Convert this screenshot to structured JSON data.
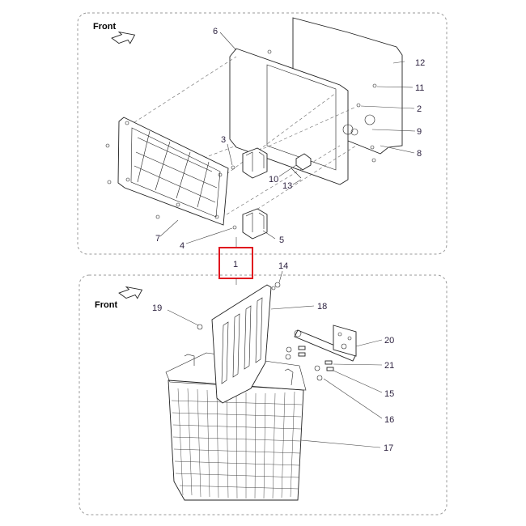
{
  "upper_panel": {
    "front_label": "Front",
    "callouts": [
      "6",
      "12",
      "11",
      "2",
      "9",
      "8",
      "3",
      "10",
      "13",
      "7",
      "4",
      "5"
    ]
  },
  "assembly": {
    "label": "1",
    "highlight_color": "#e0141e"
  },
  "lower_panel": {
    "front_label": "Front",
    "callouts": [
      "14",
      "19",
      "18",
      "20",
      "21",
      "15",
      "16",
      "17"
    ]
  }
}
